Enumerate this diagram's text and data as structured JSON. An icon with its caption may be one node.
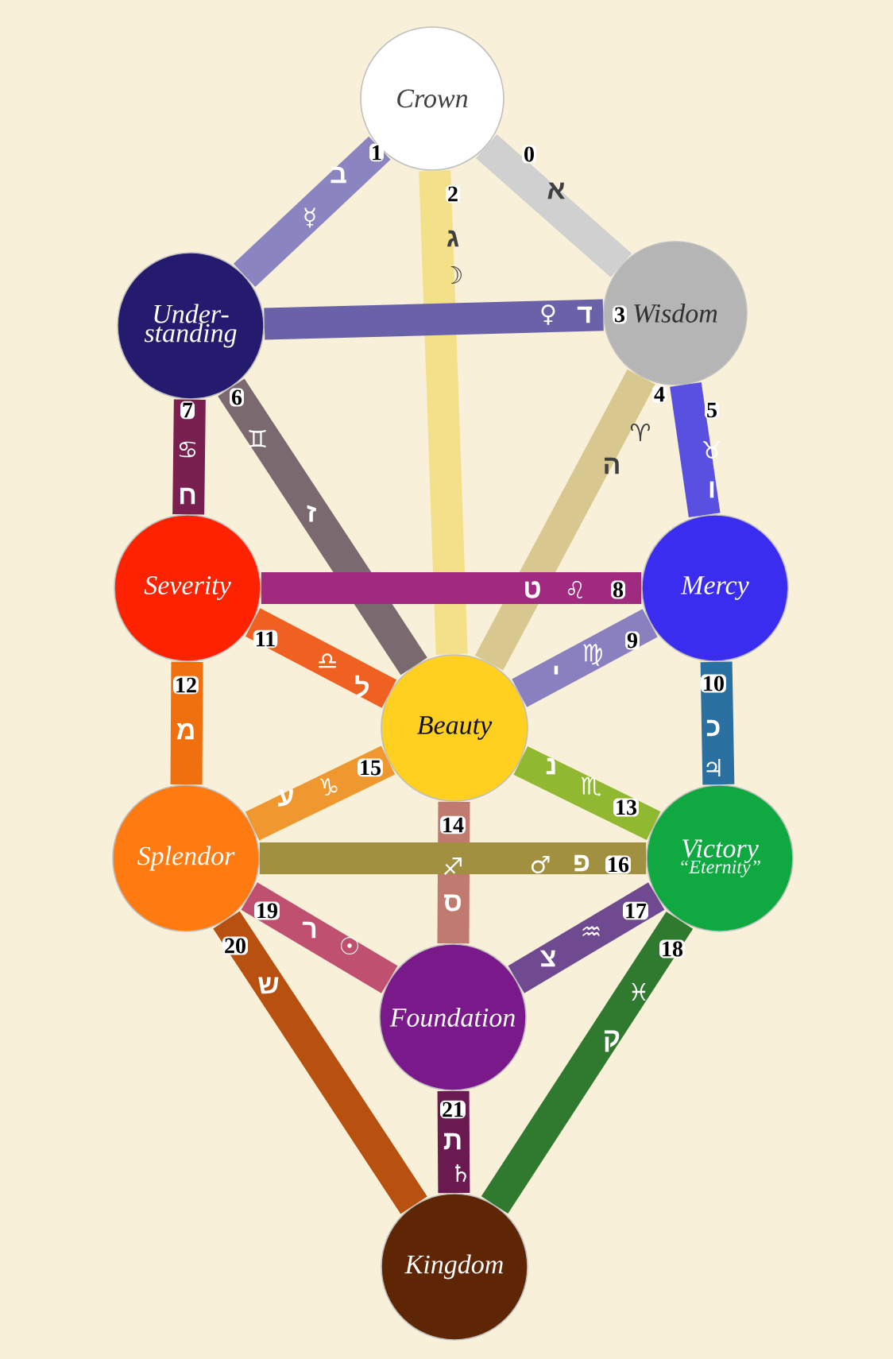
{
  "diagram": {
    "nodes": [
      {
        "text": [
          "Crown"
        ]
      },
      {
        "text": [
          "Under- standing"
        ]
      },
      {
        "text": [
          "Wisdom"
        ]
      },
      {
        "text": [
          "Severity"
        ]
      },
      {
        "text": [
          "Mercy"
        ]
      },
      {
        "text": [
          "Beauty"
        ]
      },
      {
        "text": [
          "Splendor"
        ]
      },
      {
        "text": [
          "Victory",
          "“Eternity”"
        ]
      },
      {
        "text": [
          "Foundation"
        ]
      },
      {
        "text": [
          "Kingdom"
        ]
      }
    ],
    "edges": [
      {
        "from": 0,
        "to": 2,
        "arrow": "none",
        "label": "0",
        "color": "#d0d0d0"
      },
      {
        "from": 0,
        "to": 1,
        "arrow": "none",
        "label": "1",
        "color": "#8a84c0"
      },
      {
        "from": 0,
        "to": 5,
        "arrow": "none",
        "label": "2",
        "color": "#f5e08a"
      },
      {
        "from": 1,
        "to": 2,
        "arrow": "none",
        "label": "3",
        "color": "#6a62a8"
      },
      {
        "from": 2,
        "to": 5,
        "arrow": "none",
        "label": "4",
        "color": "#d8c890"
      },
      {
        "from": 2,
        "to": 4,
        "arrow": "none",
        "label": "5",
        "color": "#5a50e0"
      },
      {
        "from": 1,
        "to": 5,
        "arrow": "none",
        "label": "6",
        "color": "#7a6a70"
      },
      {
        "from": 1,
        "to": 3,
        "arrow": "none",
        "label": "7",
        "color": "#7a2050"
      },
      {
        "from": 3,
        "to": 4,
        "arrow": "none",
        "label": "8",
        "color": "#a02a80"
      },
      {
        "from": 4,
        "to": 5,
        "arrow": "none",
        "label": "9",
        "color": "#8a80c0"
      },
      {
        "from": 4,
        "to": 7,
        "arrow": "none",
        "label": "10",
        "color": "#2a70a0"
      },
      {
        "from": 3,
        "to": 5,
        "arrow": "none",
        "label": "11",
        "color": "#f06020"
      },
      {
        "from": 3,
        "to": 6,
        "arrow": "none",
        "label": "12",
        "color": "#f07010"
      },
      {
        "from": 5,
        "to": 7,
        "arrow": "none",
        "label": "13",
        "color": "#90b830"
      },
      {
        "from": 5,
        "to": 8,
        "arrow": "none",
        "label": "14",
        "color": "#c07a70"
      },
      {
        "from": 5,
        "to": 6,
        "arrow": "none",
        "label": "15",
        "color": "#f09830"
      },
      {
        "from": 6,
        "to": 7,
        "arrow": "none",
        "label": "16",
        "color": "#a09040"
      },
      {
        "from": 7,
        "to": 8,
        "arrow": "none",
        "label": "17",
        "color": "#704a90"
      },
      {
        "from": 7,
        "to": 9,
        "arrow": "none",
        "label": "18",
        "color": "#307a30"
      },
      {
        "from": 6,
        "to": 8,
        "arrow": "none",
        "label": "19",
        "color": "#c05070"
      },
      {
        "from": 6,
        "to": 9,
        "arrow": "none",
        "label": "20",
        "color": "#b85010"
      },
      {
        "from": 8,
        "to": 9,
        "arrow": "none",
        "label": "21",
        "color": "#6a1a50"
      }
    ],
    "labels": [
      "א",
      "ב",
      "☿",
      "ג",
      "☽",
      "ד",
      "♀",
      "ה",
      "♈",
      "ו",
      "♉",
      "ז",
      "♊",
      "ח",
      "♋",
      "ט",
      "♌",
      "י",
      "♍",
      "כ",
      "♃",
      "ל",
      "♎",
      "מ",
      "נ",
      "♏",
      "ס",
      "♐",
      "ע",
      "♑",
      "פ",
      "♂",
      "צ",
      "♒",
      "ק",
      "♓",
      "ר",
      "☉",
      "ש",
      "ת",
      "♄"
    ]
  }
}
